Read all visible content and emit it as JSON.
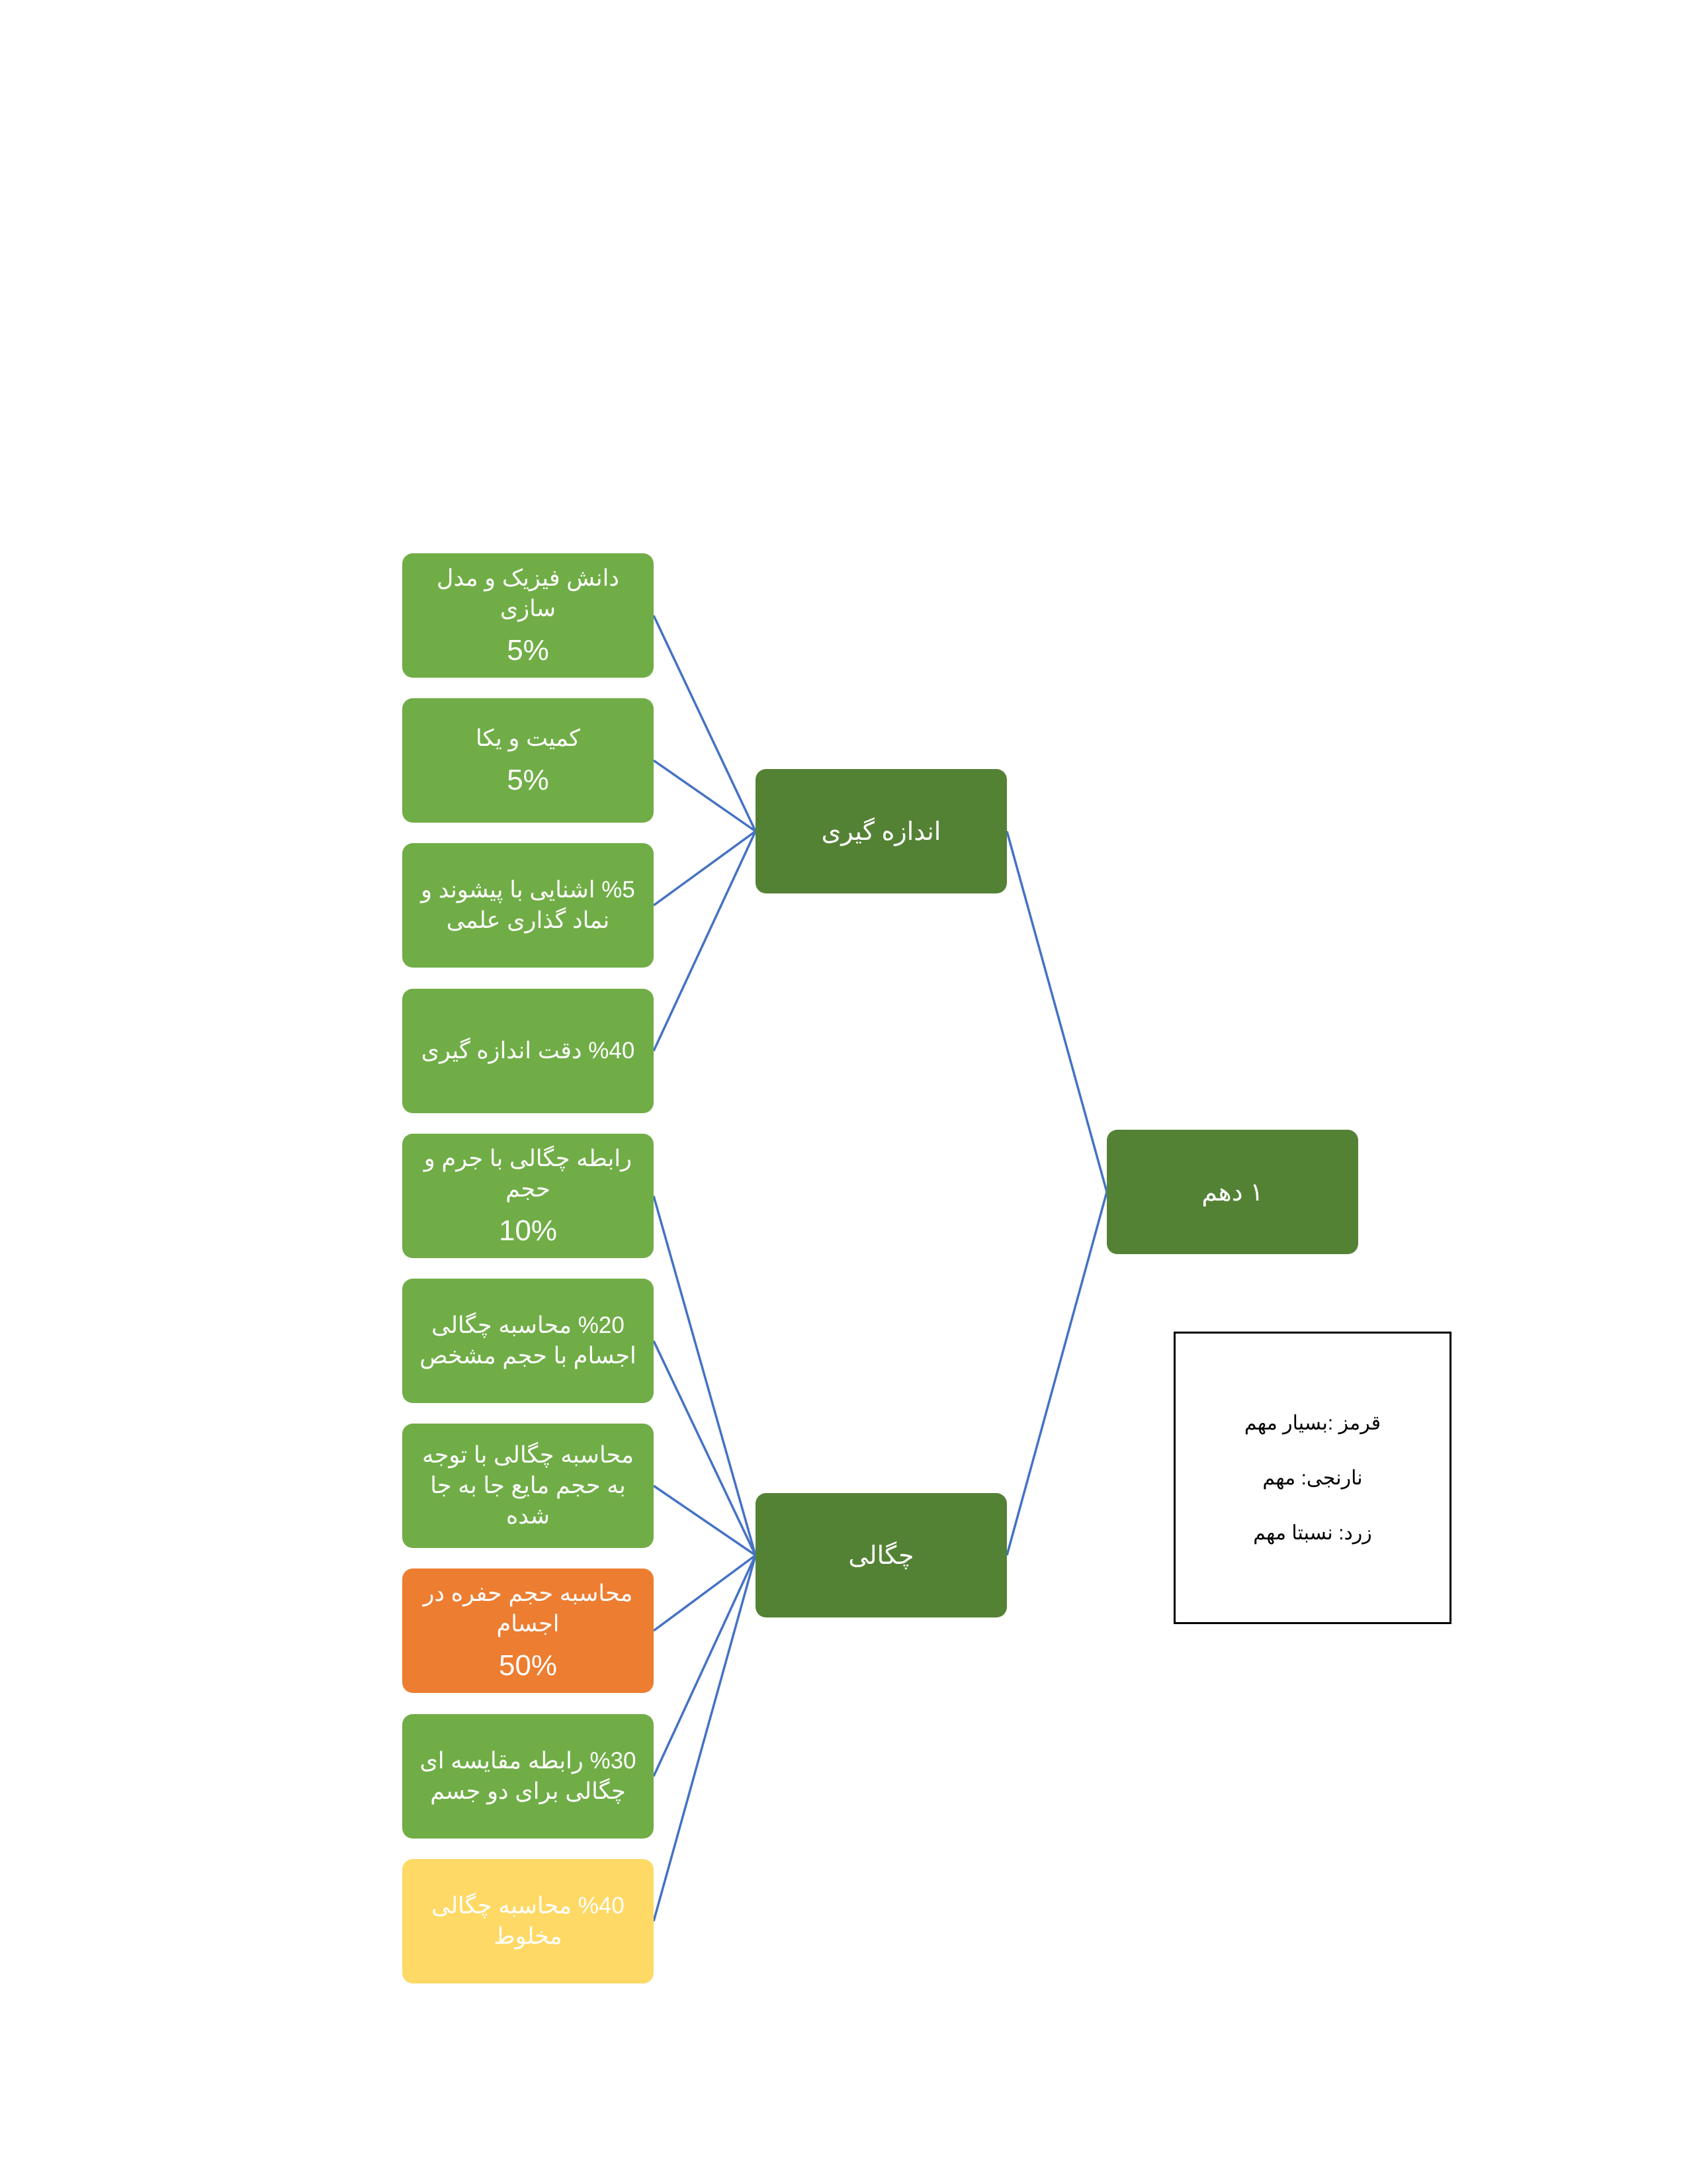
{
  "diagram": {
    "root": {
      "label": "۱ دهم"
    },
    "branches": [
      {
        "label": "اندازه گیری"
      },
      {
        "label": "چگالی"
      }
    ],
    "leaves": [
      {
        "text": "دانش فیزیک و مدل سازی",
        "percent": "5%",
        "color": "#70ad47"
      },
      {
        "text": "کمیت و یکا",
        "percent": "5%",
        "color": "#70ad47"
      },
      {
        "text": "%5        اشنایی با پیشوند و نماد گذاری علمی",
        "color": "#70ad47"
      },
      {
        "text": "%40      دقت اندازه گیری",
        "color": "#70ad47"
      },
      {
        "text": "رابطه چگالی با جرم و حجم",
        "percent": "10%",
        "color": "#70ad47"
      },
      {
        "text": "%20      محاسبه چگالی اجسام با حجم مشخص",
        "color": "#70ad47"
      },
      {
        "text": "محاسبه چگالی با توجه به حجم مایع جا به جا شده",
        "color": "#70ad47"
      },
      {
        "text": "محاسبه حجم حفره در اجسام",
        "percent": "50%",
        "color": "#ed7d31"
      },
      {
        "text": "%30      رابطه مقایسه ای چگالی برای دو جسم",
        "color": "#70ad47"
      },
      {
        "text": "%40      محاسبه چگالی مخلوط",
        "color": "#ffd966"
      }
    ]
  },
  "legend": {
    "lines": [
      "قرمز :بسیار مهم",
      "نارنجی: مهم",
      "زرد: نسبتا مهم"
    ]
  },
  "colors": {
    "leaf_green": "#70ad47",
    "branch_green": "#548235",
    "orange": "#ed7d31",
    "yellow": "#ffd966",
    "connector": "#4472c4"
  }
}
